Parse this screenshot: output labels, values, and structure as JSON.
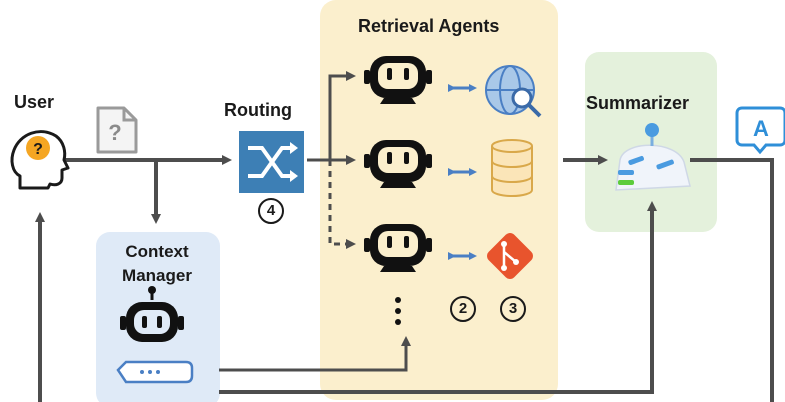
{
  "labels": {
    "user": "User",
    "routing": "Routing",
    "retrieval_agents": "Retrieval Agents",
    "summarizer": "Summarizer",
    "context_manager": "Context Manager"
  },
  "markers": {
    "routing_step": "4",
    "agent_step_a": "2",
    "agent_step_b": "3"
  },
  "icons": {
    "user": "user-head-question-icon",
    "query": "document-question-icon",
    "routing": "shuffle-icon",
    "agents": [
      "robot-icon",
      "robot-icon",
      "robot-icon"
    ],
    "tools": [
      "web-search-icon",
      "database-icon",
      "git-icon"
    ],
    "summarizer": "summarizer-icon",
    "answer": "answer-bubble-icon",
    "context": "robot-icon"
  },
  "colors": {
    "retrieval_panel": "#fbefcd",
    "summarizer_panel": "#e4f1dc",
    "context_panel": "#dfeaf7",
    "routing_box": "#3d7fb5",
    "arrow": "#4d4d4d",
    "exchange_arrow": "#4a7fc4",
    "git_icon": "#e8542d",
    "answer_icon": "#2f8fd8",
    "user_question": "#f5a623"
  }
}
